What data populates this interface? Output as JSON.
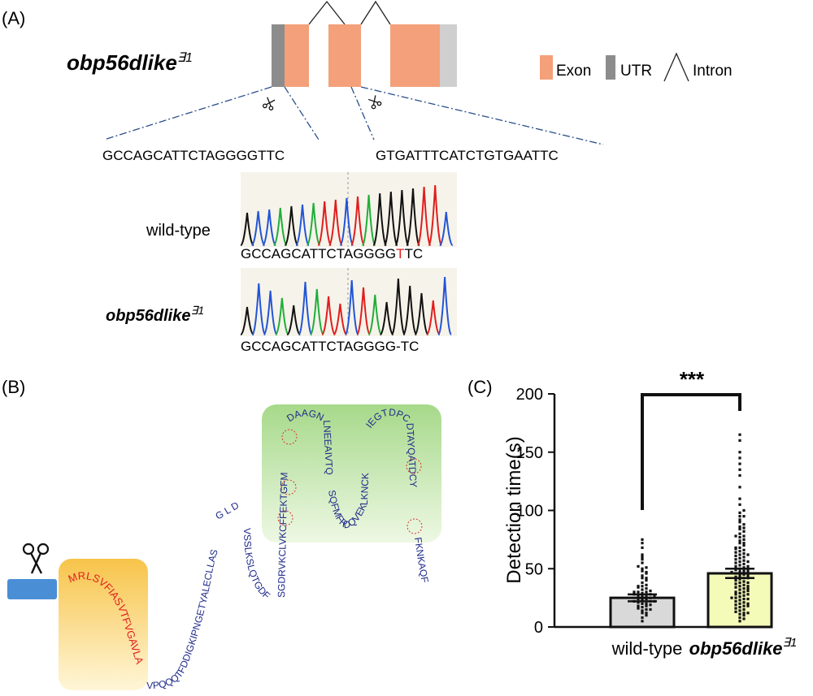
{
  "panel_a": {
    "label": "(A)",
    "gene_title": "obp56dlike",
    "gene_superscript": "∃1",
    "legend": {
      "exon": "Exon",
      "utr": "UTR",
      "intron": "Intron"
    },
    "target_seq_1": "GCCAGCATTCTAGGGGTTC",
    "target_seq_2": "GTGATTTCATCTGTGAATTC",
    "wildtype_label": "wild-type",
    "mutant_label": "obp56dlike",
    "mutant_superscript": "∃1",
    "wt_seq_prefix": "GCCAGCATTCTAGGGG",
    "wt_seq_red": "T",
    "wt_seq_suffix": "TC",
    "mut_seq": "GCCAGCATTCTAGGGG-TC",
    "colors": {
      "exon": "#f4a07a",
      "utr": "#8c8c8c",
      "utr_light": "#cfcfcf",
      "red_base": "#e01e1e",
      "dash_line": "#2a4f8a"
    }
  },
  "panel_b": {
    "label": "(B)",
    "signal_peptide": "MRLSVFIASVTFVGAVLA",
    "tail_seq": "VPQQQTFDDIGKIPNGETYALECLLAS",
    "gld": "G L D",
    "loop_up_1": "VSSLKSLQTGDF",
    "loop_up_2": "SGDRVKCLVKCFFEKTGFM",
    "top_1": "DAAGNLNEEAIVTQ",
    "bottom_1": "SQFMFRDQVEKLKNCK",
    "top_2": "IEGTDPCDTAYQATDCY",
    "end_seq": "FKNKAQF",
    "colors": {
      "signal": "#e01e1e",
      "protein": "#1f2a8a",
      "yellow_box": "#f7c44a",
      "green_box": "#a6d98a",
      "highlight": "#e6a020"
    }
  },
  "panel_c": {
    "label": "(C)",
    "significance": "***"
  },
  "chart_data": {
    "type": "bar",
    "categories": [
      "wild-type",
      "obp56dlike∃1"
    ],
    "values": [
      25,
      46
    ],
    "errors": [
      3,
      4
    ],
    "ylabel": "Detection time(s)",
    "ylim": [
      0,
      200
    ],
    "yticks": [
      "0",
      "50",
      "100",
      "150",
      "200"
    ],
    "grid": false,
    "bar_colors": [
      "#d9d9d9",
      "#f4fbb8"
    ],
    "points": [
      [
        5,
        8,
        10,
        12,
        14,
        15,
        16,
        17,
        18,
        18,
        19,
        20,
        20,
        21,
        22,
        22,
        23,
        24,
        24,
        25,
        26,
        26,
        27,
        28,
        28,
        29,
        30,
        30,
        31,
        32,
        33,
        34,
        35,
        36,
        38,
        40,
        42,
        44,
        46,
        48,
        50,
        51,
        52,
        55,
        58,
        60,
        62,
        68,
        72,
        75,
        12,
        15,
        22,
        27,
        30,
        35,
        42,
        47
      ],
      [
        5,
        7,
        8,
        10,
        11,
        12,
        13,
        14,
        15,
        16,
        17,
        18,
        19,
        20,
        21,
        22,
        23,
        24,
        25,
        26,
        27,
        28,
        29,
        30,
        30,
        31,
        32,
        33,
        34,
        35,
        36,
        37,
        38,
        39,
        40,
        41,
        42,
        43,
        44,
        45,
        46,
        47,
        48,
        49,
        50,
        51,
        52,
        53,
        54,
        55,
        56,
        57,
        58,
        59,
        60,
        61,
        62,
        63,
        64,
        65,
        66,
        67,
        68,
        70,
        72,
        74,
        75,
        77,
        78,
        80,
        82,
        84,
        86,
        88,
        90,
        92,
        95,
        98,
        100,
        105,
        110,
        120,
        130,
        135,
        140,
        145,
        150,
        160,
        165,
        12,
        18,
        24,
        28,
        33,
        38,
        44,
        48,
        52,
        56,
        62,
        68,
        72,
        78,
        85,
        95,
        20,
        25,
        35,
        42,
        47
      ]
    ]
  }
}
